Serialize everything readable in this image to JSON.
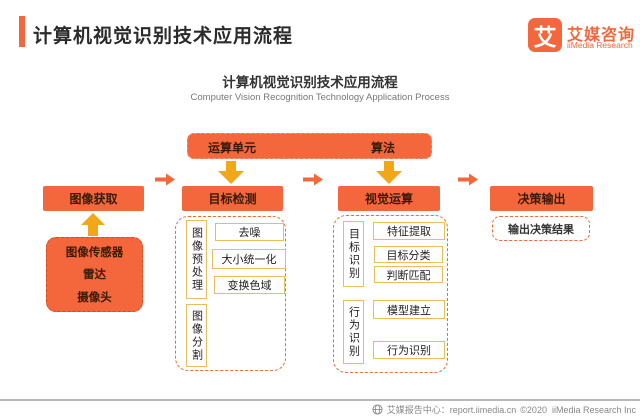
{
  "header": {
    "title": "计算机视觉识别技术应用流程",
    "logo": {
      "mark": "艾",
      "name_cn": "艾媒咨询",
      "name_en": "iiMedia Research"
    }
  },
  "diagram": {
    "title_cn": "计算机视觉识别技术应用流程",
    "title_en": "Computer Vision Recognition Technology Application Process",
    "top_inputs": {
      "unit": "运算单元",
      "algorithm": "算法"
    },
    "stages": {
      "acquisition": "图像获取",
      "detection": "目标检测",
      "computing": "视觉运算",
      "decision": "决策输出"
    },
    "acquisition_sources": [
      "图像传感器",
      "雷达",
      "摄像头"
    ],
    "detection_groups": {
      "preprocess_label": "图像预处理",
      "preprocess_items": [
        "去噪",
        "大小统一化",
        "变换色域"
      ],
      "segmentation_label": "图像分割"
    },
    "computing_groups": {
      "object_label": "目标识别",
      "object_items": [
        "特征提取",
        "目标分类",
        "判断匹配"
      ],
      "behavior_label": "行为识别",
      "behavior_items": [
        "模型建立",
        "行为识别"
      ]
    },
    "decision_result": "输出决策结果"
  },
  "footer": {
    "center_label": "艾媒报告中心：report.iimedia.cn",
    "copyright": "©2020  iiMedia Research Inc"
  },
  "colors": {
    "accent_orange": "#F4673C",
    "arrow_gold": "#F2A71B",
    "gold_border": "#E9BC5C",
    "dark_text_on_orange": "#3A1A07",
    "footer_gray": "#878787"
  }
}
